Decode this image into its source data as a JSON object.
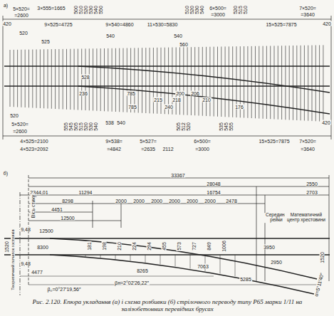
{
  "diagram": {
    "caption": "Рис. 2.120. Епюра укладання (а) і схема розбивки (б) стрілочного переводу типу Р65 марки 1/11 на залізобетонних перевідних брусах",
    "labels": [
      "а)",
      "420",
      "5×520=",
      "=2600",
      "3×555=1665",
      "9×525=4725",
      "520",
      "525",
      "500",
      "510",
      "520",
      "530",
      "540",
      "550",
      "9×540=4860",
      "540",
      "11×530=5830",
      "510",
      "520",
      "530",
      "540",
      "6×500=",
      "=3000",
      "520",
      "515",
      "510",
      "15×525=7875",
      "7×520=",
      "=3640",
      "420",
      "540",
      "560",
      "528",
      "236",
      "785",
      "785",
      "240",
      "215",
      "218",
      "200",
      "206",
      "210",
      "176",
      "520",
      "5×520=",
      "=2600",
      "4×525=2100",
      "4×523=2092",
      "555",
      "545",
      "505",
      "515",
      "520",
      "530",
      "540",
      "538",
      "540",
      "9×538=",
      "=4842",
      "5×527=",
      "=2635",
      "2112",
      "505",
      "512",
      "520",
      "6×500=",
      "=3000",
      "535",
      "545",
      "555",
      "15×525=7875",
      "7×520=",
      "=3640",
      "420",
      "б)",
      "33367",
      "28048",
      "2550",
      "2344,01",
      "11294",
      "16754",
      "2703",
      "8298",
      "2000",
      "2000",
      "2000",
      "2000",
      "2000",
      "2000",
      "2478",
      "Середина рейки",
      "Математичний центр хрестовини",
      "4451",
      "12500",
      "Вісь стику",
      "1520",
      "9,48",
      "9,48",
      "12500",
      "8300",
      "181",
      "198",
      "210",
      "224",
      "294",
      "455",
      "573",
      "727",
      "849",
      "1006",
      "8265",
      "7063",
      "3950",
      "2950",
      "1520",
      "5285",
      "4477",
      "Теоретичний початок гостряків",
      "βн=2°02′26,22″",
      "β₀=0°27′19,56″",
      "α=5°11′40″"
    ]
  }
}
